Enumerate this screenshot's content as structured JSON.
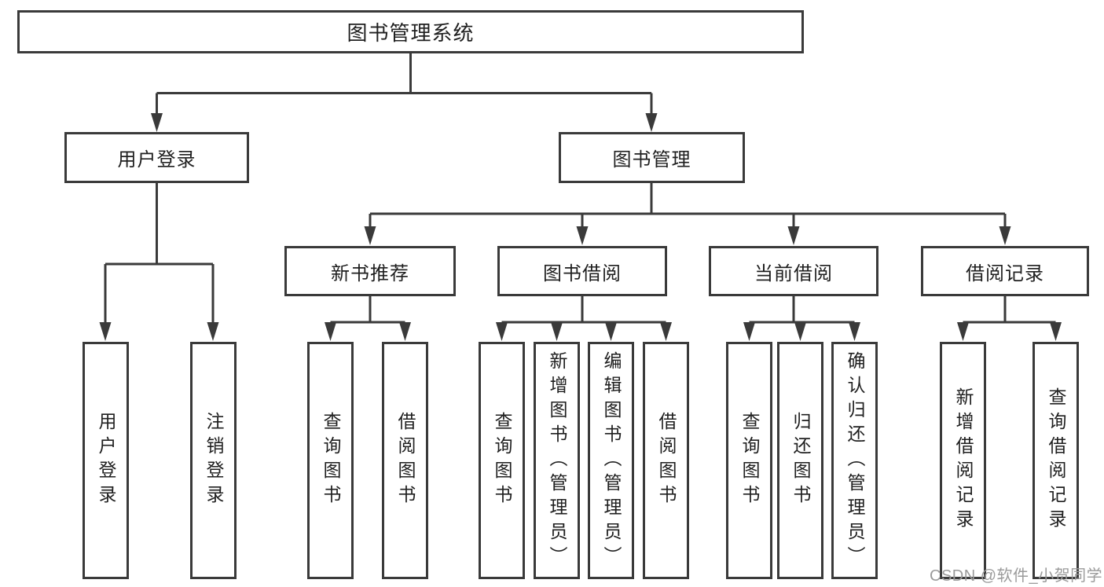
{
  "diagram": {
    "title": "图书管理系统",
    "tree": {
      "label": "图书管理系统",
      "children": [
        {
          "label": "用户登录",
          "children": [
            {
              "label": "用户登录"
            },
            {
              "label": "注销登录"
            }
          ]
        },
        {
          "label": "图书管理",
          "children": [
            {
              "label": "新书推荐",
              "children": [
                {
                  "label": "查询图书"
                },
                {
                  "label": "借阅图书"
                }
              ]
            },
            {
              "label": "图书借阅",
              "children": [
                {
                  "label": "查询图书"
                },
                {
                  "label": "新增图书（管理员）"
                },
                {
                  "label": "编辑图书（管理员）"
                },
                {
                  "label": "借阅图书"
                }
              ]
            },
            {
              "label": "当前借阅",
              "children": [
                {
                  "label": "查询图书"
                },
                {
                  "label": "归还图书"
                },
                {
                  "label": "确认归还（管理员）"
                }
              ]
            },
            {
              "label": "借阅记录",
              "children": [
                {
                  "label": "新增借阅记录"
                },
                {
                  "label": "查询借阅记录"
                }
              ]
            }
          ]
        }
      ]
    },
    "colors": {
      "line": "#3a3a3a",
      "text": "#1f1f1f",
      "background": "#ffffff",
      "watermark_gray": "#9b9b9b"
    }
  },
  "watermark": {
    "text": "CSDN @软件_小贺同学"
  }
}
